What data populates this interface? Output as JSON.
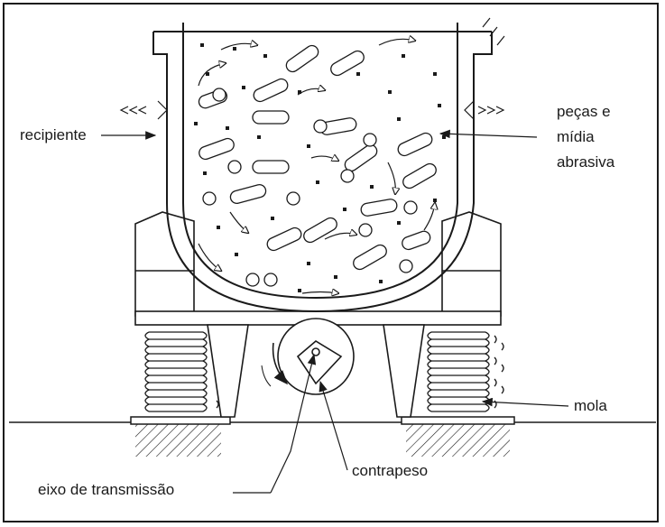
{
  "labels": {
    "recipiente": "recipiente",
    "pecas_line1": "peças e",
    "pecas_line2": "mídia",
    "pecas_line3": "abrasiva",
    "mola": "mola",
    "contrapeso": "contrapeso",
    "eixo": "eixo de transmissão"
  },
  "colors": {
    "ink": "#1a1a1a",
    "background": "#ffffff"
  }
}
